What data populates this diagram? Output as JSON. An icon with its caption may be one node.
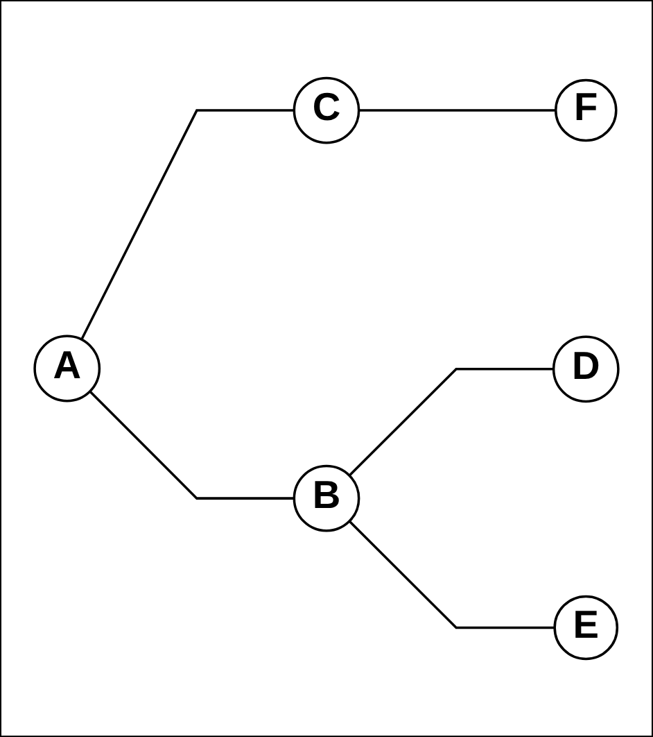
{
  "diagram": {
    "nodes": [
      {
        "text": [
          "A"
        ]
      },
      {
        "text": [
          "C"
        ]
      },
      {
        "text": [
          "F"
        ]
      },
      {
        "text": [
          "B"
        ]
      },
      {
        "text": [
          "D"
        ]
      },
      {
        "text": [
          "E"
        ]
      }
    ],
    "edges": [
      {
        "from": 0,
        "to": 1,
        "arrow": "none"
      },
      {
        "from": 1,
        "to": 2,
        "arrow": "none"
      },
      {
        "from": 0,
        "to": 3,
        "arrow": "none"
      },
      {
        "from": 3,
        "to": 4,
        "arrow": "none"
      },
      {
        "from": 3,
        "to": 5,
        "arrow": "none"
      }
    ]
  }
}
